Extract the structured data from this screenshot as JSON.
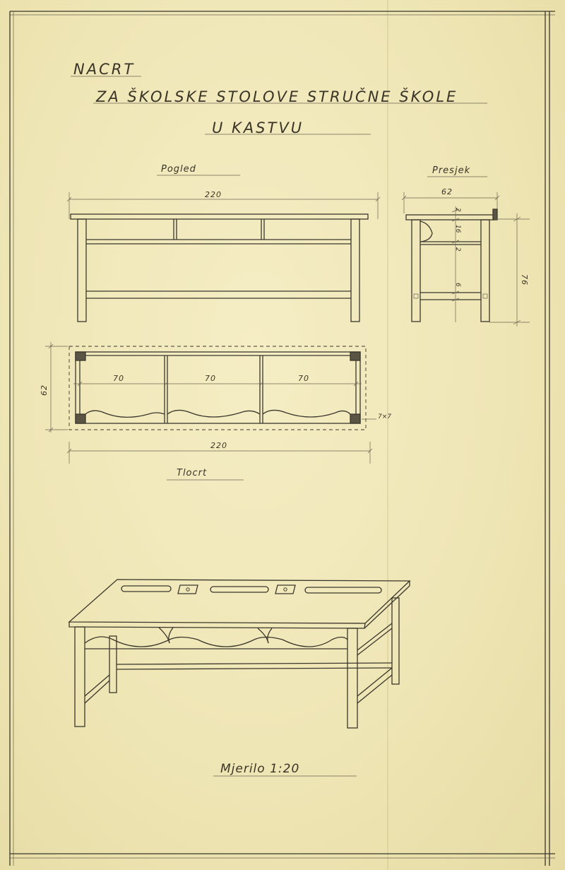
{
  "title": {
    "line1": "NACRT",
    "line2": "ZA ŠKOLSKE STOLOVE STRUČNE ŠKOLE",
    "line3": "U KASTVU"
  },
  "views": {
    "front": "Pogled",
    "section": "Presjek",
    "plan": "Tlocrt"
  },
  "dimensions": {
    "front_length": "220",
    "section_depth": "62",
    "section_top": "2",
    "section_apron": "16",
    "section_rail": "2",
    "section_stretcher": "6",
    "section_height": "76",
    "plan_depth": "62",
    "plan_bay_1": "70",
    "plan_bay_2": "70",
    "plan_bay_3": "70",
    "plan_leg": "7×7",
    "plan_length": "220"
  },
  "scale": "Mjerilo 1:20"
}
